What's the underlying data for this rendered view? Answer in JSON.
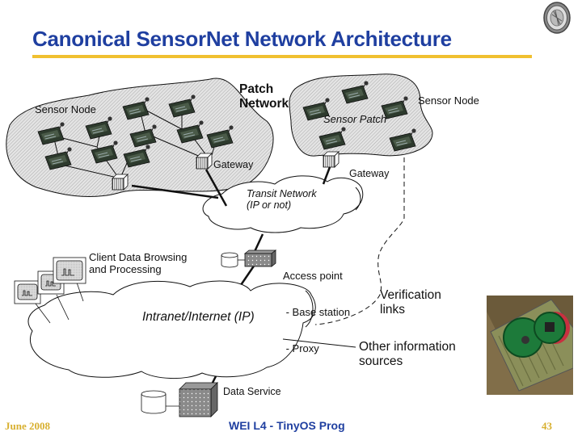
{
  "slide": {
    "title": "Canonical SensorNet Network Architecture",
    "footer": {
      "date": "June 2008",
      "course": "WEI L4 - TinyOS Prog",
      "page_number": "43"
    },
    "colors": {
      "title": "#1f3fa0",
      "accent_rule": "#f0c030",
      "footer_gold": "#d8b030"
    }
  },
  "diagram": {
    "labels": {
      "patch_network": [
        "Patch",
        "Network"
      ],
      "sensor_node_left": "Sensor Node",
      "sensor_node_right": "Sensor Node",
      "sensor_patch": "Sensor Patch",
      "gateway_left": "Gateway",
      "gateway_right": "Gateway",
      "transit_network": [
        "Transit Network",
        "(IP or not)"
      ],
      "client": [
        "Client Data Browsing",
        "and Processing"
      ],
      "access_point": [
        "Access point",
        " - Base station",
        " - Proxy"
      ],
      "intranet": "Intranet/Internet (IP)",
      "verification": [
        "Verification",
        "links"
      ],
      "other_sources": [
        "Other information",
        "sources"
      ],
      "data_service": "Data Service"
    },
    "icons": {
      "seal": "university-seal-icon",
      "sensor_node": "sensor-mote-icon",
      "gateway": "gateway-box-icon",
      "cloud": "cloud-icon",
      "database": "database-cylinder-icon",
      "server": "server-box-icon",
      "monitor": "monitor-icon",
      "photo": "sensor-hardware-photo"
    }
  }
}
